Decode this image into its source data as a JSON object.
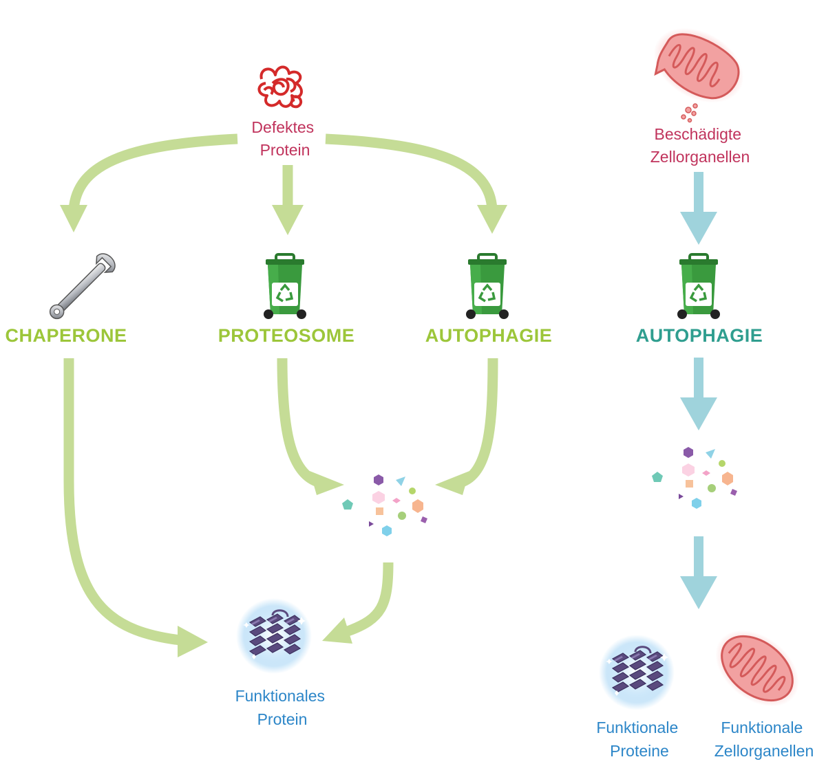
{
  "colors": {
    "green_arrow": "#c5dc96",
    "teal_arrow": "#9fd3dc",
    "green_label": "#9cc63a",
    "teal_label": "#2f9e8f",
    "red_label": "#c0335c",
    "blue_label": "#2c86c8",
    "bin_green": "#3a9a3e",
    "bin_dark": "#2a7a2e",
    "protein_purple": "#5a4a7e",
    "mito_pink": "#f2a1a1",
    "mito_red": "#d45a5a"
  },
  "icons": {
    "damaged_protein": "tangled-protein-icon",
    "damaged_mitochondrion": "damaged-mitochondrion-icon",
    "wrench": "wrench-icon",
    "bin": "recycle-bin-icon",
    "fragments": "fragment-cluster-icon",
    "functional_protein": "protein-helix-icon",
    "functional_mitochondrion": "mitochondrion-icon"
  },
  "labels": {
    "defective_protein": [
      "Defektes",
      "Protein"
    ],
    "damaged_organelles": [
      "Beschädigte",
      "Zellorganellen"
    ],
    "chaperone": "CHAPERONE",
    "proteosome": "PROTEOSOME",
    "autophagy_left": "AUTOPHAGIE",
    "autophagy_right": "AUTOPHAGIE",
    "functional_protein": [
      "Funktionales",
      "Protein"
    ],
    "functional_proteins": [
      "Funktionale",
      "Proteine"
    ],
    "functional_organelles": [
      "Funktionale",
      "Zellorganellen"
    ]
  }
}
